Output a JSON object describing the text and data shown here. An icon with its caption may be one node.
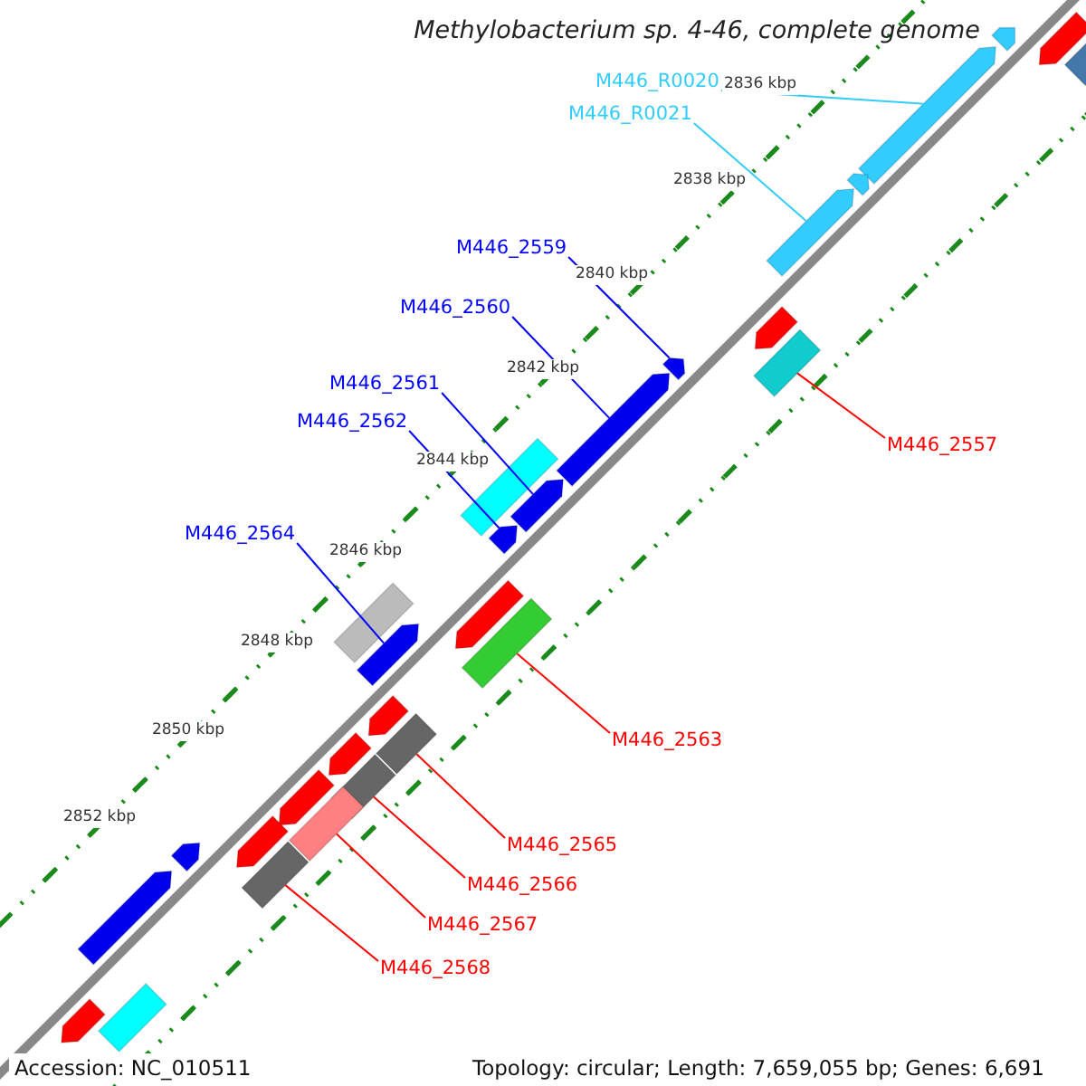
{
  "diagram": {
    "title": "Methylobacterium sp. 4-46, complete genome",
    "nodes": [
      {
        "text": [
          "M446_R0020"
        ]
      },
      {
        "text": [],
        "shape": "pentagon"
      },
      {
        "text": [
          "M446_R0021"
        ]
      },
      {
        "text": [],
        "shape": "pentagon"
      },
      {
        "text": [
          "M446_2559"
        ]
      },
      {
        "text": [],
        "shape": "pentagon"
      },
      {
        "text": [
          "M446_2560"
        ]
      },
      {
        "text": [],
        "shape": "pentagon"
      },
      {
        "text": [
          "M446_2561"
        ]
      },
      {
        "text": [],
        "shape": "pentagon"
      },
      {
        "text": [
          "M446_2562"
        ]
      },
      {
        "text": [],
        "shape": "pentagon"
      },
      {
        "text": [
          "M446_2557"
        ]
      },
      {
        "text": [],
        "shape": "box"
      },
      {
        "text": [
          "M446_2564"
        ]
      },
      {
        "text": [],
        "shape": "pentagon"
      },
      {
        "text": [
          "M446_2563"
        ]
      },
      {
        "text": [],
        "shape": "box"
      },
      {
        "text": [
          "M446_2565"
        ]
      },
      {
        "text": [],
        "shape": "box"
      },
      {
        "text": [
          "M446_2566"
        ]
      },
      {
        "text": [],
        "shape": "box"
      },
      {
        "text": [
          "M446_2567"
        ]
      },
      {
        "text": [],
        "shape": "box"
      },
      {
        "text": [
          "M446_2568"
        ]
      },
      {
        "text": [],
        "shape": "box"
      },
      {
        "text": [],
        "shape": "pentagon"
      },
      {
        "text": [],
        "shape": "pentagon"
      },
      {
        "text": [],
        "shape": "pentagon"
      },
      {
        "text": [],
        "shape": "pentagon"
      },
      {
        "text": [],
        "shape": "box"
      },
      {
        "text": [],
        "shape": "box"
      },
      {
        "text": [],
        "shape": "pentagon"
      },
      {
        "text": [],
        "shape": "pentagon"
      },
      {
        "text": [],
        "shape": "pentagon"
      },
      {
        "text": [],
        "shape": "pentagon"
      },
      {
        "text": [],
        "shape": "pentagon"
      },
      {
        "text": [],
        "shape": "pentagon"
      },
      {
        "text": [],
        "shape": "pentagon"
      },
      {
        "text": [],
        "shape": "box"
      },
      {
        "text": [],
        "shape": "pentagon"
      },
      {
        "text": [],
        "shape": "box"
      }
    ],
    "edges": [
      {
        "from": 0,
        "to": 1,
        "arrow": "none",
        "color": "#33ccff"
      },
      {
        "from": 2,
        "to": 3,
        "arrow": "none",
        "color": "#33ccff"
      },
      {
        "from": 4,
        "to": 5,
        "arrow": "none",
        "color": "#0000ff"
      },
      {
        "from": 6,
        "to": 7,
        "arrow": "none",
        "color": "#0000ff"
      },
      {
        "from": 8,
        "to": 9,
        "arrow": "none",
        "color": "#0000ff"
      },
      {
        "from": 10,
        "to": 11,
        "arrow": "none",
        "color": "#0000ff"
      },
      {
        "from": 12,
        "to": 13,
        "arrow": "none"
      },
      {
        "from": 14,
        "to": 15,
        "arrow": "none",
        "color": "#0000ff"
      },
      {
        "from": 16,
        "to": 17,
        "arrow": "none"
      },
      {
        "from": 18,
        "to": 19,
        "arrow": "none"
      },
      {
        "from": 20,
        "to": 21,
        "arrow": "none"
      },
      {
        "from": 22,
        "to": 23,
        "arrow": "none"
      },
      {
        "from": 24,
        "to": 25,
        "arrow": "none"
      }
    ],
    "labels": [
      "2836 kbp",
      "2838 kbp",
      "2840 kbp",
      "2842 kbp",
      "2844 kbp",
      "2846 kbp",
      "2848 kbp",
      "2850 kbp",
      "2852 kbp",
      "Accession: NC_010511",
      "Topology: circular; Length: 7,659,055 bp; Genes: 6,691"
    ]
  }
}
